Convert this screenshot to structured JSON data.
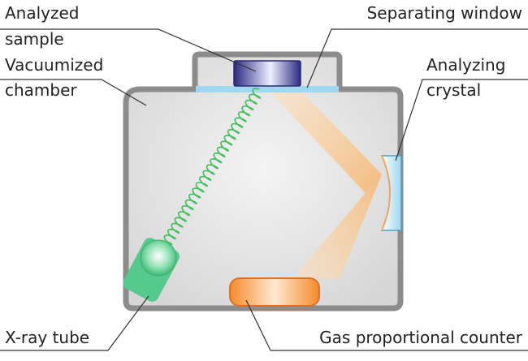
{
  "labels": {
    "sample_line1": "Analyzed",
    "sample_line2": "sample",
    "chamber_line1": "Vacuumized",
    "chamber_line2": "chamber",
    "window": "Separating window",
    "crystal_line1": "Analyzing",
    "crystal_line2": "crystal",
    "tube": "X-ray tube",
    "counter": "Gas proportional counter"
  },
  "colors": {
    "chamber_wall": "#8c8c8c",
    "chamber_fill": "#dcdcdc",
    "window": "#9fd8f0",
    "sample": "#2e2e8a",
    "crystal": "#a8dcf2",
    "tube": "#4fc488",
    "wave": "#3fbf5a",
    "counter": "#f28a2c",
    "beam": "#f7c58f"
  }
}
